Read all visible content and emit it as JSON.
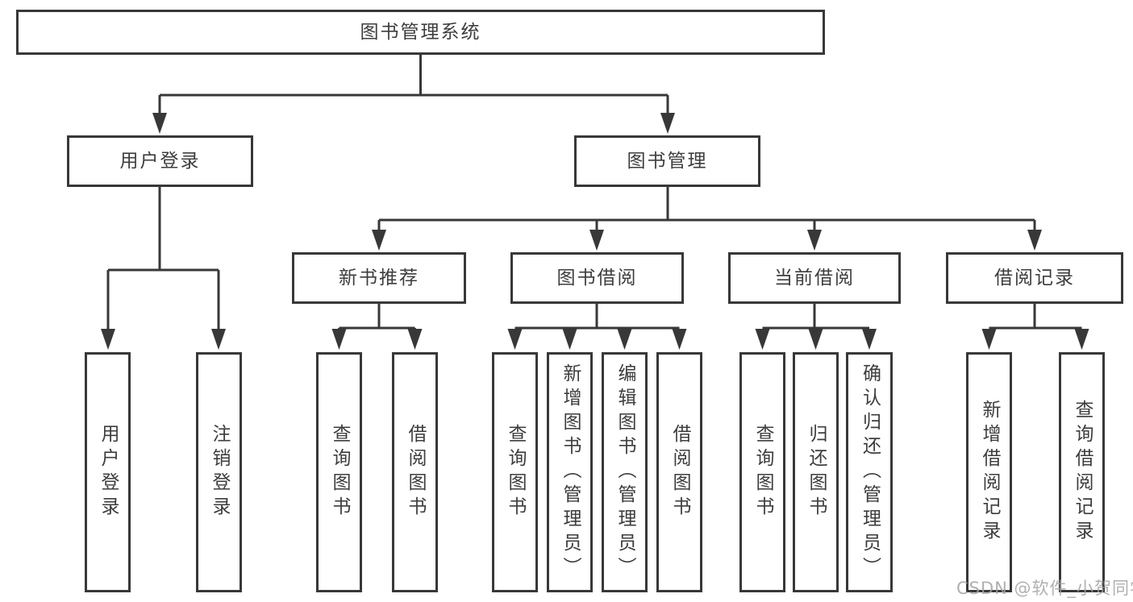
{
  "diagram": {
    "title": "图书管理系统",
    "nodes": {
      "root": {
        "label": "图书管理系统"
      },
      "user_login": {
        "label": "用户登录"
      },
      "book_mgmt": {
        "label": "图书管理"
      },
      "new_book_rec": {
        "label": "新书推荐"
      },
      "book_borrow": {
        "label": "图书借阅"
      },
      "current_borrow": {
        "label": "当前借阅"
      },
      "borrow_records": {
        "label": "借阅记录"
      },
      "leaf_user_login": {
        "label": "用户登录"
      },
      "leaf_logout": {
        "label": "注销登录"
      },
      "leaf_nbr_query": {
        "label": "查询图书"
      },
      "leaf_nbr_borrow": {
        "label": "借阅图书"
      },
      "leaf_bb_query": {
        "label": "查询图书"
      },
      "leaf_bb_add": {
        "label": "新增图书（管理员）"
      },
      "leaf_bb_edit": {
        "label": "编辑图书（管理员）"
      },
      "leaf_bb_borrow": {
        "label": "借阅图书"
      },
      "leaf_cb_query": {
        "label": "查询图书"
      },
      "leaf_cb_return": {
        "label": "归还图书"
      },
      "leaf_cb_confirm": {
        "label": "确认归还（管理员）"
      },
      "leaf_br_add": {
        "label": "新增借阅记录"
      },
      "leaf_br_query": {
        "label": "查询借阅记录"
      }
    },
    "hierarchy": {
      "图书管理系统": {
        "用户登录": [
          "用户登录",
          "注销登录"
        ],
        "图书管理": {
          "新书推荐": [
            "查询图书",
            "借阅图书"
          ],
          "图书借阅": [
            "查询图书",
            "新增图书（管理员）",
            "编辑图书（管理员）",
            "借阅图书"
          ],
          "当前借阅": [
            "查询图书",
            "归还图书",
            "确认归还（管理员）"
          ],
          "借阅记录": [
            "新增借阅记录",
            "查询借阅记录"
          ]
        }
      }
    }
  },
  "watermark": "CSDN @软件_小贺同学",
  "colors": {
    "line": "#383838",
    "text": "#3d3d3d",
    "watermark": "#a3a3a3",
    "background": "#ffffff"
  }
}
